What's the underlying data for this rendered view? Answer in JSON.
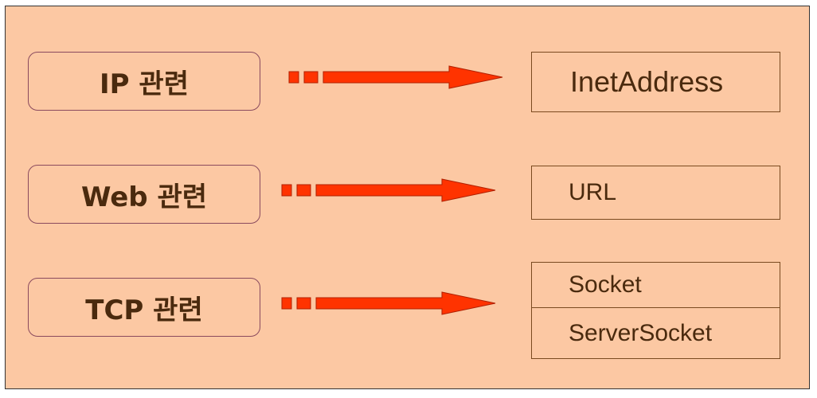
{
  "categories": [
    {
      "label": "IP 관련"
    },
    {
      "label": "Web 관련"
    },
    {
      "label": "TCP 관련"
    }
  ],
  "classes": [
    {
      "items": [
        "InetAddress"
      ]
    },
    {
      "items": [
        "URL"
      ]
    },
    {
      "items": [
        "Socket",
        "ServerSocket"
      ]
    }
  ],
  "colors": {
    "background": "#fcc8a3",
    "arrow": "#ff3300",
    "arrow_outline": "#b02000",
    "text": "#4a2a0e",
    "category_border": "#8a4a5e",
    "class_border": "#7a4a20"
  },
  "icons": {
    "arrow": "dashed-tail-right-arrow"
  }
}
